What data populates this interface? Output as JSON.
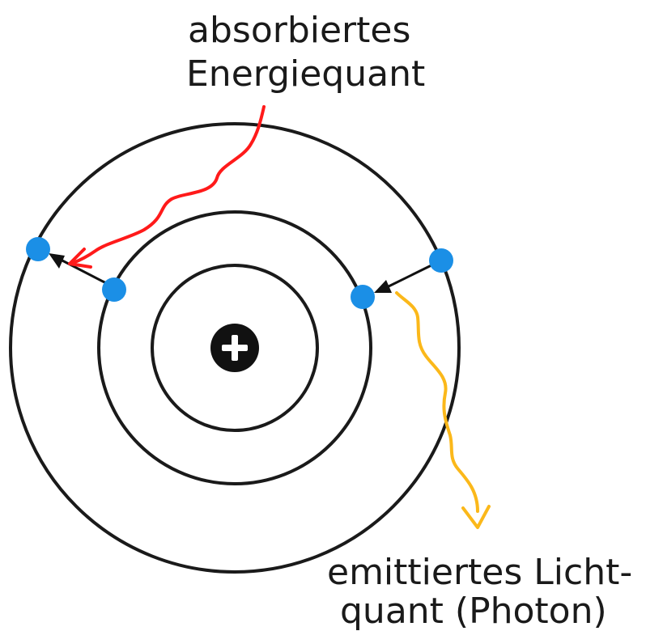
{
  "labels": {
    "absorbed_line1": "absorbiertes",
    "absorbed_line2": "Energiequant",
    "emitted_line1": "emittiertes Licht-",
    "emitted_line2": "quant (Photon)"
  },
  "nucleus": {
    "symbol": "+"
  },
  "colors": {
    "orbit": "#1a1a1a",
    "electron": "#1b8fe6",
    "absorbed_photon": "#ff1a1a",
    "emitted_photon": "#fbb81a",
    "nucleus": "#111111"
  }
}
